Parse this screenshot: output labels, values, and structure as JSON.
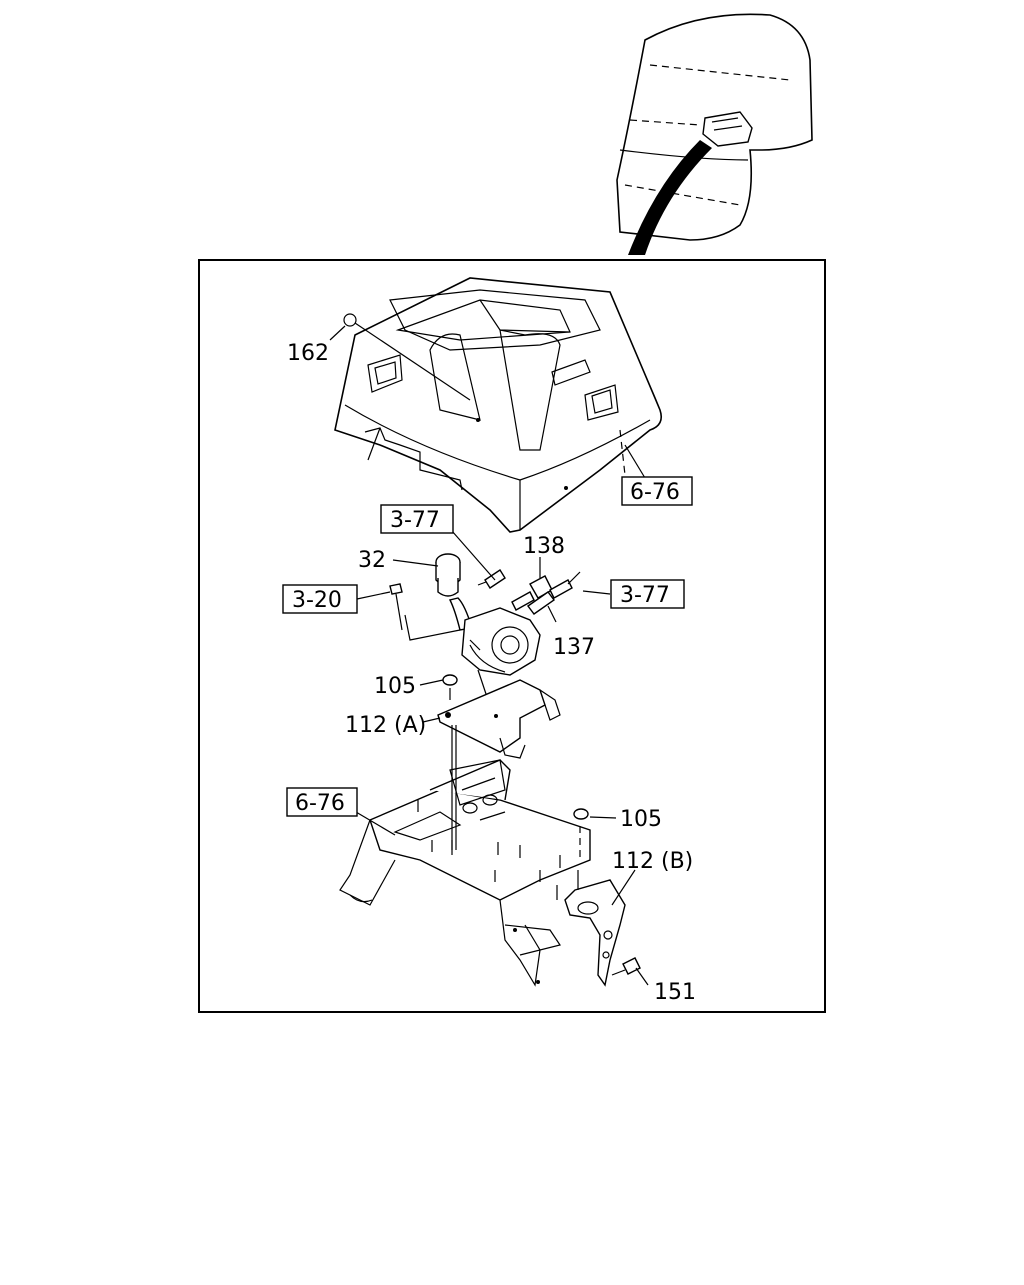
{
  "diagram": {
    "part_labels": {
      "p162": "162",
      "p32": "32",
      "p138": "138",
      "p137": "137",
      "p105_top": "105",
      "p112a": "112 (A)",
      "p105_right": "105",
      "p112b": "112 (B)",
      "p151": "151"
    },
    "reference_boxes": {
      "r676_top": "6-76",
      "r377_left": "3-77",
      "r320": "3-20",
      "r377_right": "3-77",
      "r676_bottom": "6-76"
    }
  }
}
